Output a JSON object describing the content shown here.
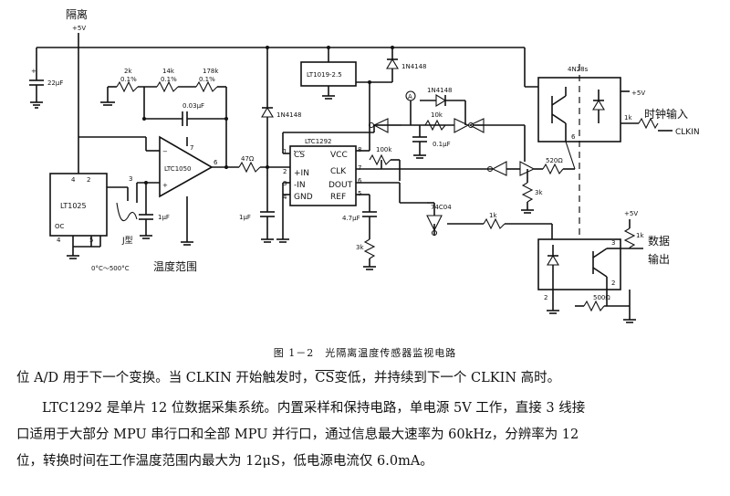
{
  "figure": {
    "caption": "图 1－2　光隔离温度传感器监视电路",
    "labels": {
      "isolation": "隔离",
      "supply_left": "+5V",
      "cap_22u": "22μF",
      "r2k": "2k",
      "r2k_tol": "0.1%",
      "r14k": "14k",
      "r14k_tol": "0.1%",
      "r178k": "178k",
      "r178k_tol": "0.1%",
      "cap_003u": "0.03μF",
      "lt1025": "LT1025",
      "ltc1050": "LTC1050",
      "r47": "47Ω",
      "cap_1u_a": "1μF",
      "cap_1u_b": "1μF",
      "j_type": "J型",
      "temp_range": "0°C～500°C",
      "temp_range_cn": "温度范围",
      "diode_a": "1N4148",
      "diode_b": "1N4148",
      "diode_c": "1N4148",
      "ltc10192": "LT1019-2.5",
      "ltc1292": "LTC1292",
      "pin_cs": "CS",
      "pin_in_p": "+IN",
      "pin_in_n": "-IN",
      "pin_gnd": "GND",
      "pin_vcc": "VCC",
      "pin_clk": "CLK",
      "pin_dout": "DOUT",
      "pin_ref": "REF",
      "r100k": "100k",
      "r10k": "10k",
      "cap_01u": "0.1μF",
      "cap_47u": "4.7μF",
      "r3k": "3k",
      "r3k_b": "3k",
      "r1k": "1k",
      "r1k_b": "1k",
      "r1k_c": "1k",
      "r520": "520Ω",
      "r500": "500Ω",
      "opto_top": "4N28s",
      "supply_right": "+5V",
      "supply_right_b": "+5V",
      "clock_in_cn": "时钟输入",
      "clkin": "CLKIN",
      "data_out_cn_1": "数据",
      "data_out_cn_2": "输出",
      "probe": "A",
      "gate": "74C04"
    }
  },
  "text": {
    "p1": "位 A/D 用于下一个变换。当 CLKIN 开始触发时，",
    "p1_cs": "CS",
    "p1_tail": "变低，并持续到下一个 CLKIN 高时。",
    "p2": "LTC1292 是单片 12 位数据采集系统。内置采样和保持电路，单电源 5V 工作，直接 3 线接",
    "p3": "口适用于大部分 MPU 串行口和全部 MPU 并行口，通过信息最大速率为 60kHz，分辨率为 12",
    "p4": "位，转换时间在工作温度范围内最大为 12μS，低电源电流仅 6.0mA。"
  }
}
